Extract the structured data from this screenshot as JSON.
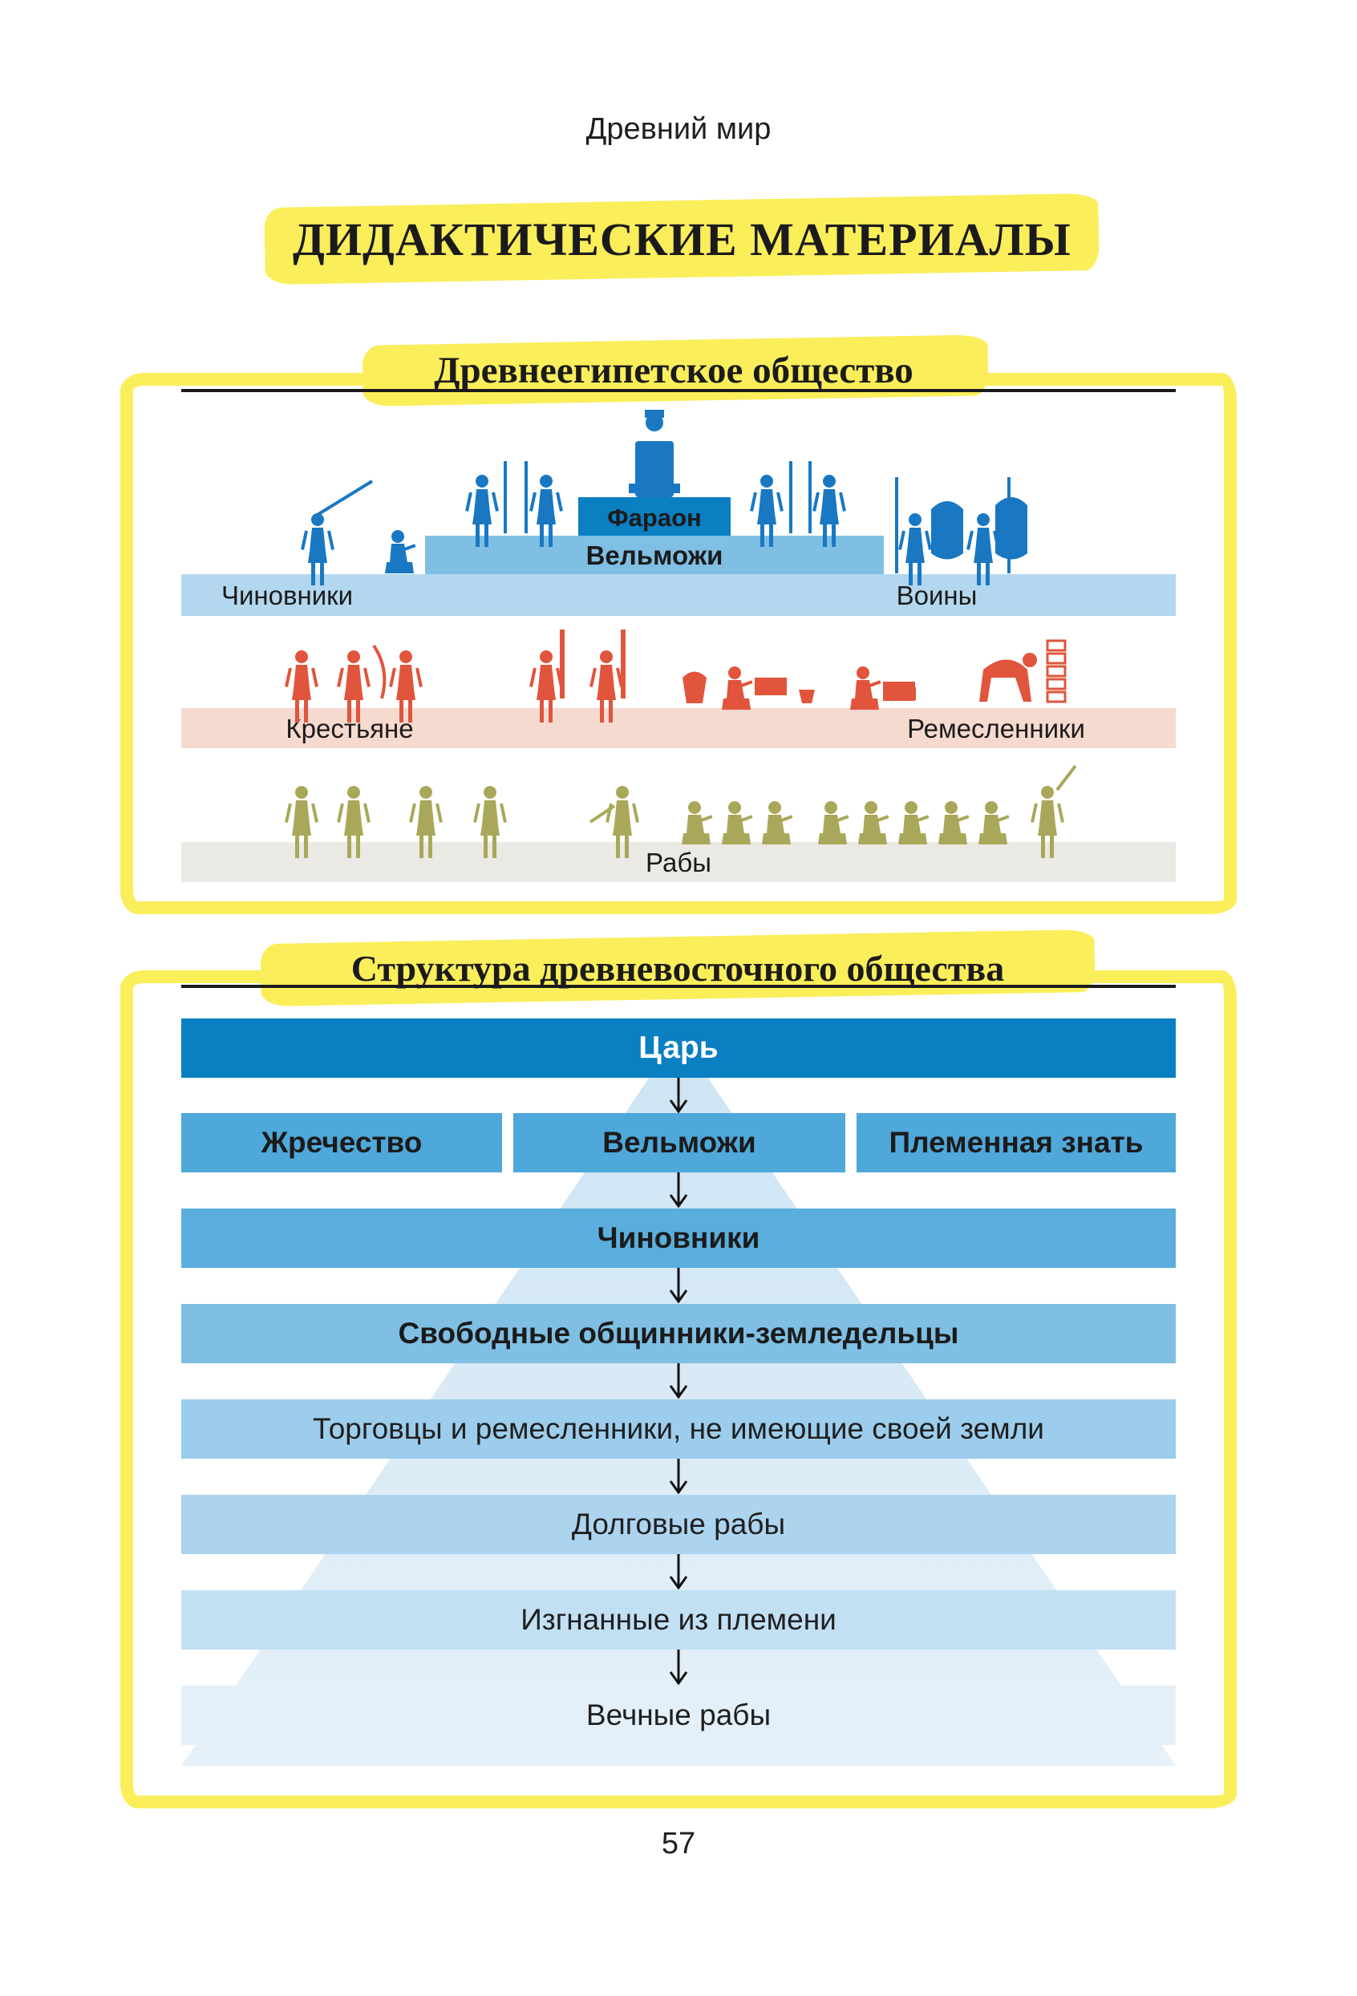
{
  "header": {
    "running_title": "Древний мир"
  },
  "main_title": "ДИДАКТИЧЕСКИЕ МАТЕРИАЛЫ",
  "egypt": {
    "title": "Древнеегипетское общество",
    "pharaoh": "Фараон",
    "nobles": "Вельможи",
    "officials": "Чиновники",
    "warriors": "Воины",
    "peasants": "Крестьяне",
    "artisans": "Ремесленники",
    "slaves": "Рабы"
  },
  "structure": {
    "title": "Структура древневосточного общества",
    "king": "Царь",
    "priesthood": "Жречество",
    "nobles": "Вельможи",
    "tribal_nobility": "Племенная знать",
    "officials": "Чиновники",
    "free_farmers": "Свободные общинники-земледельцы",
    "traders": "Торговцы и ремесленники, не имеющие своей земли",
    "debt_slaves": "Долговые рабы",
    "exiles": "Изгнанные из племени",
    "eternal_slaves": "Вечные рабы"
  },
  "colors": {
    "highlight": "#fbee5b",
    "blue_dark": "#0a7fc2",
    "blue_mid": "#4fa8da",
    "blue_light": "#7fbfe4",
    "band_blue": "#b3d7ee",
    "band_pink": "#f6d9cf",
    "band_grey": "#ebe9e3",
    "figure_blue": "#1a78c2",
    "figure_red": "#e0553c",
    "figure_olive": "#a9a85a"
  },
  "page_number": "57"
}
